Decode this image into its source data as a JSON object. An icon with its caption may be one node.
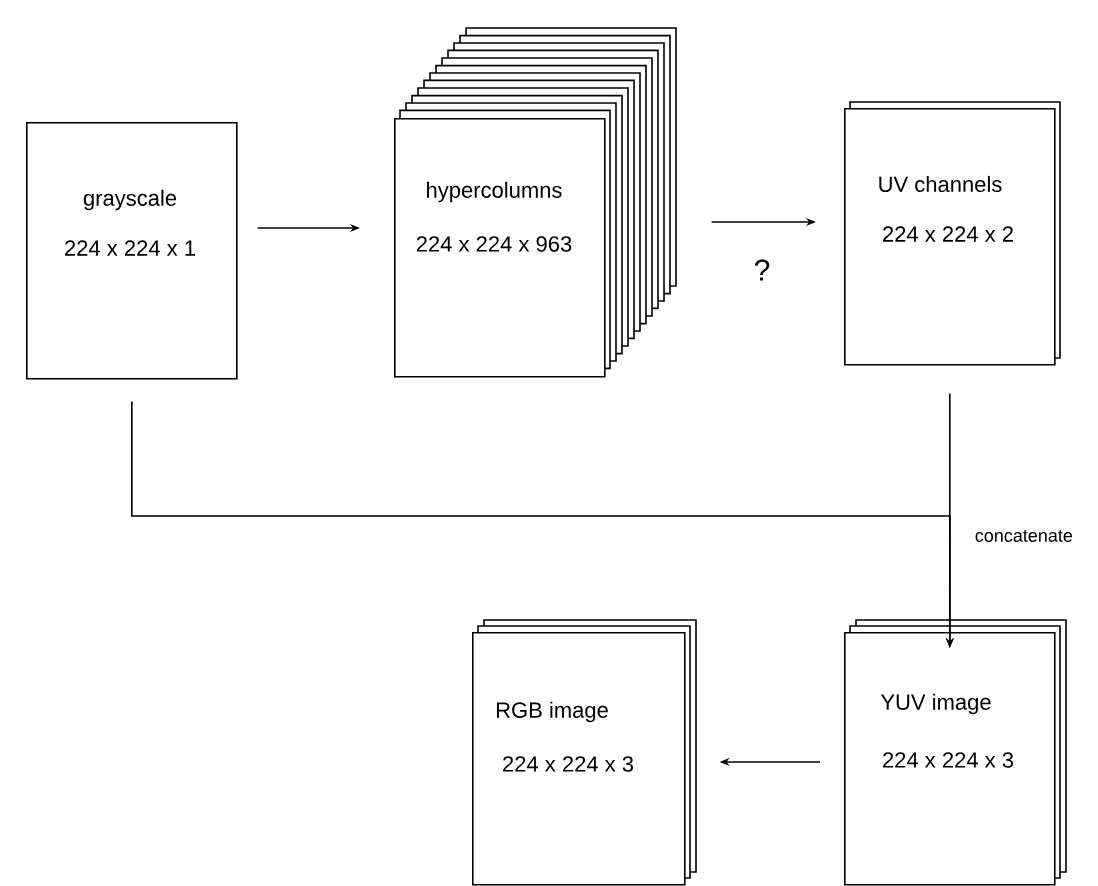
{
  "diagram": {
    "nodes": [
      {
        "text": [
          "grayscale",
          "224 x 224 x 1"
        ]
      },
      {
        "text": [
          "hypercolumns",
          "224 x 224 x 963"
        ]
      },
      {
        "text": [
          "UV channels",
          "224 x 224 x 2"
        ]
      },
      {
        "text": [
          "YUV image",
          "224 x 224 x 3"
        ]
      },
      {
        "text": [
          "RGB image",
          "224 x 224 x 3"
        ]
      }
    ],
    "edges": [
      {
        "from": 0,
        "to": 1,
        "arrow": "to"
      },
      {
        "from": 1,
        "to": 2,
        "arrow": "to",
        "label": "?"
      },
      {
        "from": 0,
        "to": 3,
        "arrow": "to"
      },
      {
        "from": 2,
        "to": 3,
        "arrow": "to",
        "label": "concatenate"
      },
      {
        "from": 3,
        "to": 4,
        "arrow": "to"
      }
    ]
  }
}
